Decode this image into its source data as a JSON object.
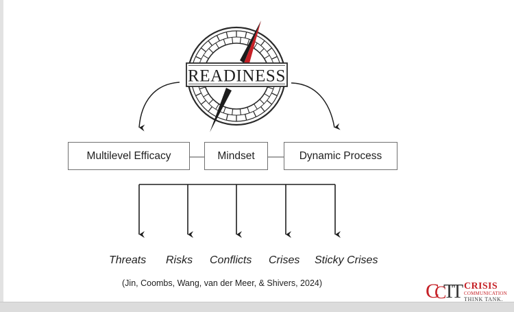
{
  "emblem": {
    "label": "READINESS"
  },
  "components": [
    "Multilevel Efficacy",
    "Mindset",
    "Dynamic Process"
  ],
  "outcomes": [
    "Threats",
    "Risks",
    "Conflicts",
    "Crises",
    "Sticky Crises"
  ],
  "citation": "(Jin, Coombs, Wang, van der Meer, & Shivers, 2024)",
  "logo": {
    "monogram": "CCTT",
    "line1": "CRISIS",
    "line2": "COMMUNICATION",
    "line3": "THINK TANK."
  },
  "colors": {
    "needle_red": "#c52026",
    "needle_dark": "#1c1c1c",
    "stroke": "#2a2a2a",
    "brand_red": "#c52026"
  }
}
